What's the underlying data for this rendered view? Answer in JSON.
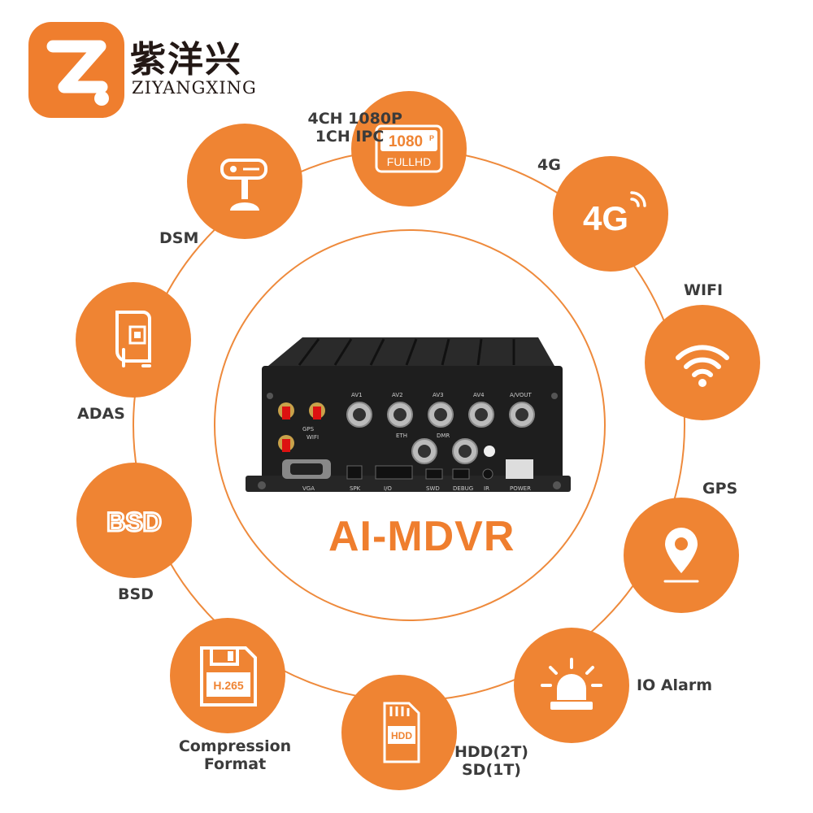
{
  "brand": {
    "logo_letter": "Z",
    "name_cn": "紫洋兴",
    "name_en": "ZIYANGXING"
  },
  "product": {
    "name": "AI-MDVR",
    "panel_labels": {
      "av1": "AV1",
      "av2": "AV2",
      "av3": "AV3",
      "av4": "AV4",
      "avout": "A/VOUT",
      "eth": "ETH",
      "dmr": "DMR",
      "wifi": "WIFI",
      "gps": "GPS",
      "vga": "VGA",
      "spk": "SPK",
      "io": "I/O",
      "swd": "SWD",
      "debug": "DEBUG",
      "ir": "IR",
      "power": "POWER"
    }
  },
  "features": [
    {
      "id": "ipc",
      "label_line1": "4CH 1080P",
      "label_line2": "1CH IPC",
      "icon": "1080p-fullhd-icon",
      "badge_main": "1080",
      "badge_sup": "P",
      "badge_sub": "FULLHD"
    },
    {
      "id": "4g",
      "label_line1": "4G",
      "icon": "4g-icon",
      "badge_main": "4G"
    },
    {
      "id": "wifi",
      "label_line1": "WIFI",
      "icon": "wifi-icon"
    },
    {
      "id": "gps",
      "label_line1": "GPS",
      "icon": "gps-pin-icon"
    },
    {
      "id": "io",
      "label_line1": "IO Alarm",
      "icon": "alarm-light-icon"
    },
    {
      "id": "hdd",
      "label_line1": "HDD(2T)",
      "label_line2": "SD(1T)",
      "icon": "hdd-sd-card-icon",
      "badge_main": "HDD"
    },
    {
      "id": "compression",
      "label_line1": "Compression",
      "label_line2": "Format",
      "icon": "floppy-h265-icon",
      "badge_main": "H.265"
    },
    {
      "id": "bsd",
      "label_line1": "BSD",
      "icon": "bsd-icon",
      "badge_main": "BSD"
    },
    {
      "id": "adas",
      "label_line1": "ADAS",
      "icon": "adas-camera-icon"
    },
    {
      "id": "dsm",
      "label_line1": "DSM",
      "icon": "dsm-camera-icon"
    }
  ],
  "colors": {
    "accent": "#ef8433",
    "ring": "#ee8a3c",
    "text": "#3b3b3b",
    "device_body": "#1e1e1e"
  }
}
